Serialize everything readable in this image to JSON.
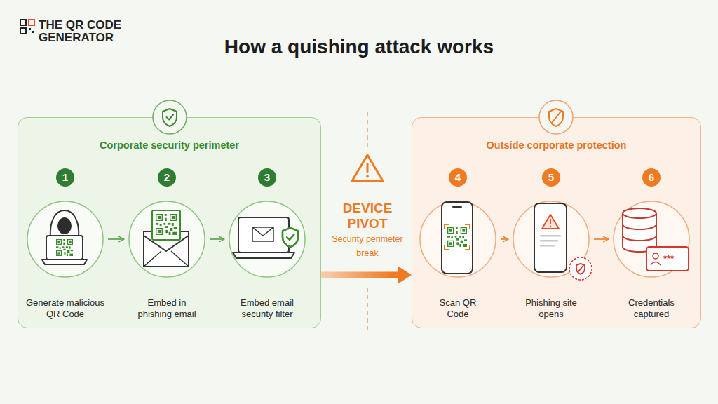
{
  "diagram": {
    "title": "How a quishing attack works",
    "nodes": [
      {
        "text": [
          "Corporate security perimeter"
        ]
      },
      {
        "text": [
          "1",
          "Generate malicious QR Code"
        ],
        "in": 0
      },
      {
        "text": [
          "2",
          "Embed in phishing email"
        ],
        "in": 0
      },
      {
        "text": [
          "3",
          "Embed email security filter"
        ],
        "in": 0
      },
      {
        "text": [
          "Outside corporate protection"
        ]
      },
      {
        "text": [
          "4",
          "Scan QR Code"
        ],
        "in": 4
      },
      {
        "text": [
          "5",
          "Phishing site opens"
        ],
        "in": 4
      },
      {
        "text": [
          "6",
          "Credentials captured"
        ],
        "in": 4
      }
    ],
    "edges": [
      {
        "from": 1,
        "to": 2,
        "arrow": "to"
      },
      {
        "from": 2,
        "to": 3,
        "arrow": "to"
      },
      {
        "from": 0,
        "to": 4,
        "arrow": "to"
      },
      {
        "from": 5,
        "to": 6,
        "arrow": "to"
      },
      {
        "from": 6,
        "to": 7,
        "arrow": "to"
      }
    ],
    "labels": [
      "THE QR CODE GENERATOR",
      "DEVICE PIVOT",
      "Security perimeter break",
      "***"
    ]
  }
}
